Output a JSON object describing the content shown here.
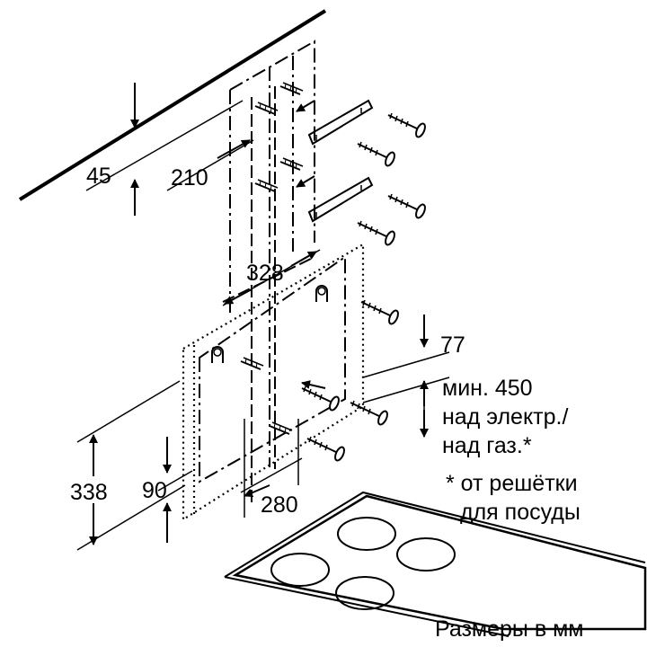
{
  "dimensions": {
    "ceiling_offset": "45",
    "upper_bracket_width": "210",
    "lower_bracket_width": "328",
    "chimney_overlap": "77",
    "hood_height": "338",
    "lower_hole_offset": "90",
    "lower_hole_spacing": "280"
  },
  "note": {
    "line1": "мин. 450",
    "line2": "над электр./",
    "line3": "над газ.*",
    "line4": "* от решётки",
    "line5": "для посуды"
  },
  "caption": "Размеры в мм"
}
